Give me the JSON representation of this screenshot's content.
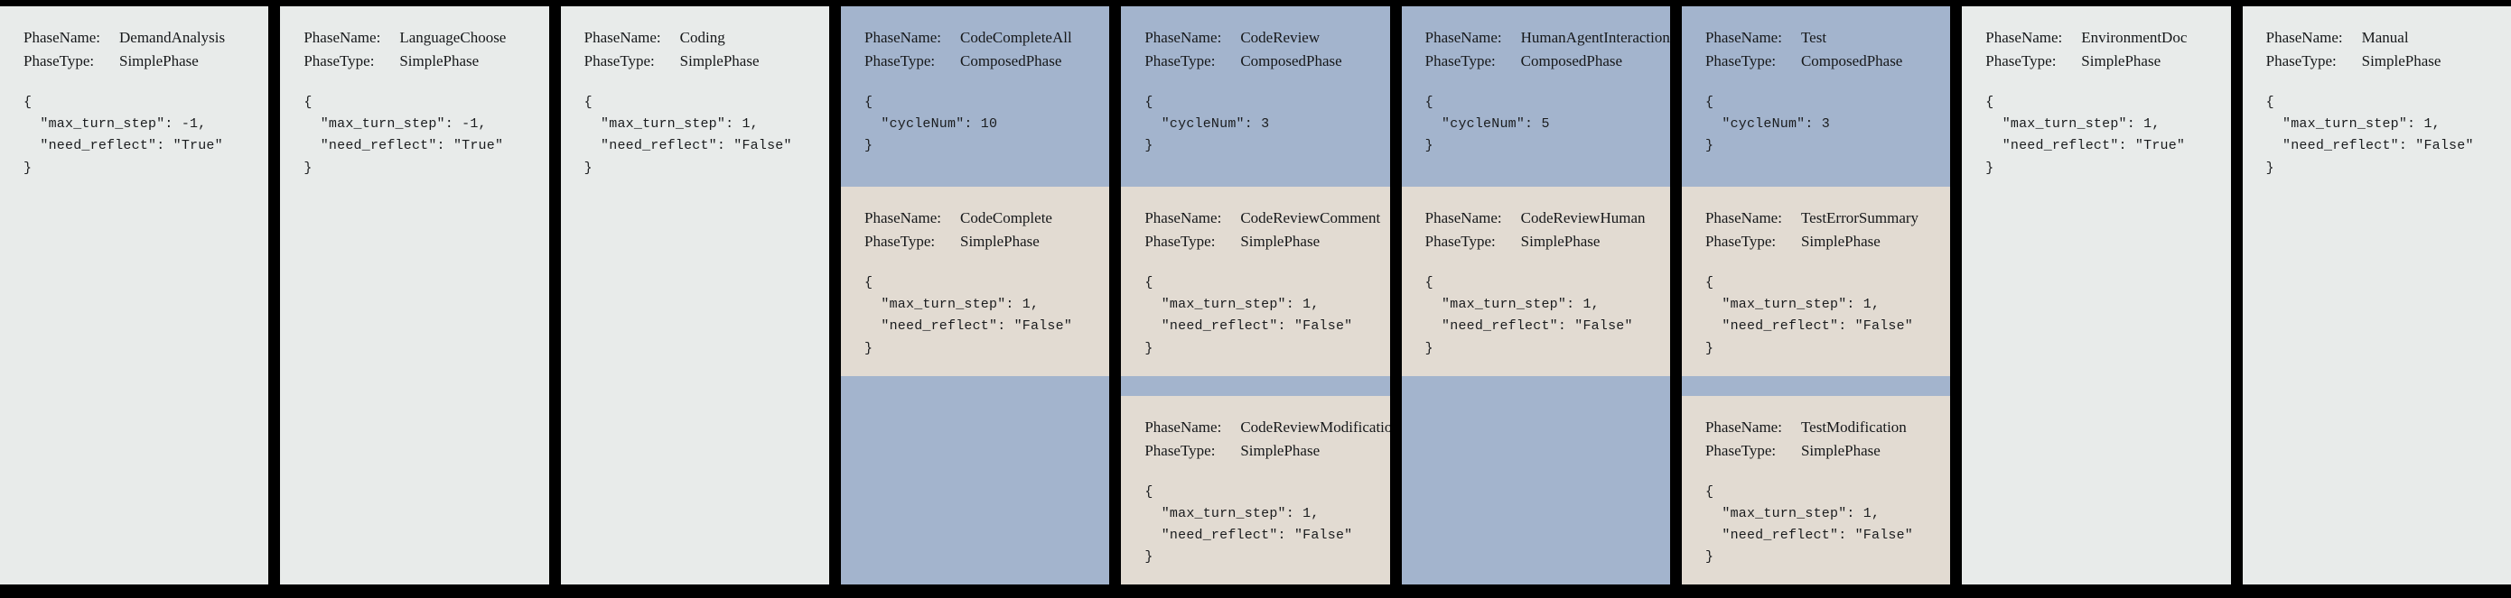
{
  "theme": {
    "background_color": "#000000",
    "simple_phase_color": "#e8ebea",
    "composed_phase_color": "#a3b4cd",
    "nested_phase_color": "#e2dbd2",
    "text_color": "#16181a"
  },
  "labels": {
    "phase_name_key": "PhaseName:",
    "phase_type_key": "PhaseType:",
    "brace_open": "{",
    "brace_close": "}"
  },
  "columns": [
    {
      "id": "demand-analysis",
      "kind": "simple",
      "phase_name": "DemandAnalysis",
      "phase_type": "SimplePhase",
      "config_lines": [
        "{",
        "  \"max_turn_step\": -1,",
        "  \"need_reflect\": \"True\"",
        "}"
      ],
      "config": {
        "max_turn_step": -1,
        "need_reflect": "True"
      },
      "children": []
    },
    {
      "id": "language-choose",
      "kind": "simple",
      "phase_name": "LanguageChoose",
      "phase_type": "SimplePhase",
      "config_lines": [
        "{",
        "  \"max_turn_step\": -1,",
        "  \"need_reflect\": \"True\"",
        "}"
      ],
      "config": {
        "max_turn_step": -1,
        "need_reflect": "True"
      },
      "children": []
    },
    {
      "id": "coding",
      "kind": "simple",
      "phase_name": "Coding",
      "phase_type": "SimplePhase",
      "config_lines": [
        "{",
        "  \"max_turn_step\": 1,",
        "  \"need_reflect\": \"False\"",
        "}"
      ],
      "config": {
        "max_turn_step": 1,
        "need_reflect": "False"
      },
      "children": []
    },
    {
      "id": "code-complete-all",
      "kind": "composed",
      "phase_name": "CodeCompleteAll",
      "phase_type": "ComposedPhase",
      "config_lines": [
        "{",
        "  \"cycleNum\": 10",
        "}"
      ],
      "config": {
        "cycleNum": 10
      },
      "children": [
        {
          "id": "code-complete",
          "phase_name": "CodeComplete",
          "phase_type": "SimplePhase",
          "config_lines": [
            "{",
            "  \"max_turn_step\": 1,",
            "  \"need_reflect\": \"False\"",
            "}"
          ],
          "config": {
            "max_turn_step": 1,
            "need_reflect": "False"
          }
        }
      ]
    },
    {
      "id": "code-review",
      "kind": "composed",
      "phase_name": "CodeReview",
      "phase_type": "ComposedPhase",
      "config_lines": [
        "{",
        "  \"cycleNum\": 3",
        "}"
      ],
      "config": {
        "cycleNum": 3
      },
      "children": [
        {
          "id": "code-review-comment",
          "phase_name": "CodeReviewComment",
          "phase_type": "SimplePhase",
          "config_lines": [
            "{",
            "  \"max_turn_step\": 1,",
            "  \"need_reflect\": \"False\"",
            "}"
          ],
          "config": {
            "max_turn_step": 1,
            "need_reflect": "False"
          }
        },
        {
          "id": "code-review-modification",
          "phase_name": "CodeReviewModification",
          "phase_type": "SimplePhase",
          "config_lines": [
            "{",
            "  \"max_turn_step\": 1,",
            "  \"need_reflect\": \"False\"",
            "}"
          ],
          "config": {
            "max_turn_step": 1,
            "need_reflect": "False"
          }
        }
      ]
    },
    {
      "id": "human-agent-interaction",
      "kind": "composed",
      "phase_name": "HumanAgentInteraction",
      "phase_type": "ComposedPhase",
      "config_lines": [
        "{",
        "  \"cycleNum\": 5",
        "}"
      ],
      "config": {
        "cycleNum": 5
      },
      "children": [
        {
          "id": "code-review-human",
          "phase_name": "CodeReviewHuman",
          "phase_type": "SimplePhase",
          "config_lines": [
            "{",
            "  \"max_turn_step\": 1,",
            "  \"need_reflect\": \"False\"",
            "}"
          ],
          "config": {
            "max_turn_step": 1,
            "need_reflect": "False"
          }
        }
      ]
    },
    {
      "id": "test",
      "kind": "composed",
      "phase_name": "Test",
      "phase_type": "ComposedPhase",
      "config_lines": [
        "{",
        "  \"cycleNum\": 3",
        "}"
      ],
      "config": {
        "cycleNum": 3
      },
      "children": [
        {
          "id": "test-error-summary",
          "phase_name": "TestErrorSummary",
          "phase_type": "SimplePhase",
          "config_lines": [
            "{",
            "  \"max_turn_step\": 1,",
            "  \"need_reflect\": \"False\"",
            "}"
          ],
          "config": {
            "max_turn_step": 1,
            "need_reflect": "False"
          }
        },
        {
          "id": "test-modification",
          "phase_name": "TestModification",
          "phase_type": "SimplePhase",
          "config_lines": [
            "{",
            "  \"max_turn_step\": 1,",
            "  \"need_reflect\": \"False\"",
            "}"
          ],
          "config": {
            "max_turn_step": 1,
            "need_reflect": "False"
          }
        }
      ]
    },
    {
      "id": "environment-doc",
      "kind": "simple",
      "phase_name": "EnvironmentDoc",
      "phase_type": "SimplePhase",
      "config_lines": [
        "{",
        "  \"max_turn_step\": 1,",
        "  \"need_reflect\": \"True\"",
        "}"
      ],
      "config": {
        "max_turn_step": 1,
        "need_reflect": "True"
      },
      "children": []
    },
    {
      "id": "manual",
      "kind": "simple",
      "phase_name": "Manual",
      "phase_type": "SimplePhase",
      "config_lines": [
        "{",
        "  \"max_turn_step\": 1,",
        "  \"need_reflect\": \"False\"",
        "}"
      ],
      "config": {
        "max_turn_step": 1,
        "need_reflect": "False"
      },
      "children": []
    }
  ]
}
